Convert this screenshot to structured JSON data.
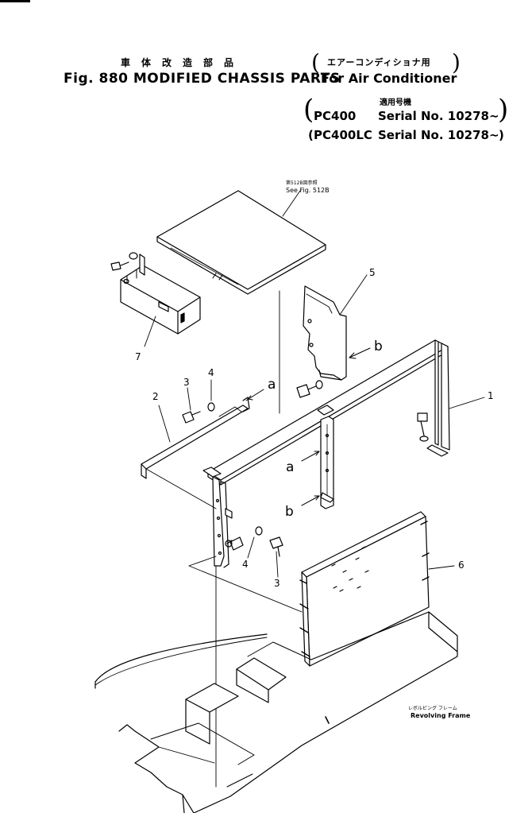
{
  "header": {
    "title_jp": "車体改造部品",
    "title_jp_sub": "エアーコンディショナ用",
    "title_en": "Fig. 880 MODIFIED CHASSIS PARTS",
    "title_en_sub": "For Air Conditioner",
    "serial_jp": "適用号機",
    "serial_rows": [
      {
        "model": "PC400",
        "serial": "Serial No. 10278∼"
      },
      {
        "model": "PC400LC",
        "serial": "Serial No. 10278∼"
      }
    ]
  },
  "notes": {
    "ref_jp": "第512B図参照",
    "ref_en": "See Fig. 512B",
    "frame_jp": "レボルビング フレーム",
    "frame_en": "Revolving Frame"
  },
  "callouts": {
    "c1": "1",
    "c2": "2",
    "c3a": "3",
    "c3b": "3",
    "c4a": "4",
    "c4b": "4",
    "c5": "5",
    "c6": "6",
    "c7": "7",
    "la1": "a",
    "la2": "a",
    "lb1": "b",
    "lb2": "b"
  }
}
